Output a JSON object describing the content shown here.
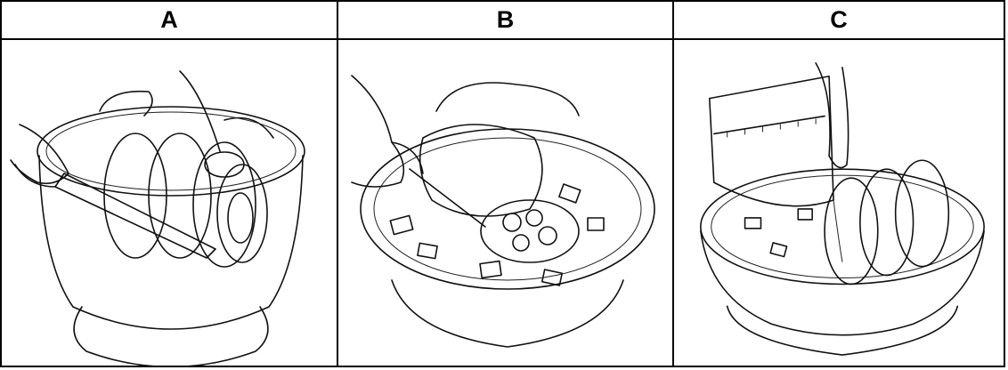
{
  "panels": [
    {
      "label": "A",
      "icon": "pot-with-roulade-and-knife-icon"
    },
    {
      "label": "B",
      "icon": "pot-with-ladle-and-vegetables-icon"
    },
    {
      "label": "C",
      "icon": "pot-with-measuring-jug-pouring-icon"
    }
  ]
}
